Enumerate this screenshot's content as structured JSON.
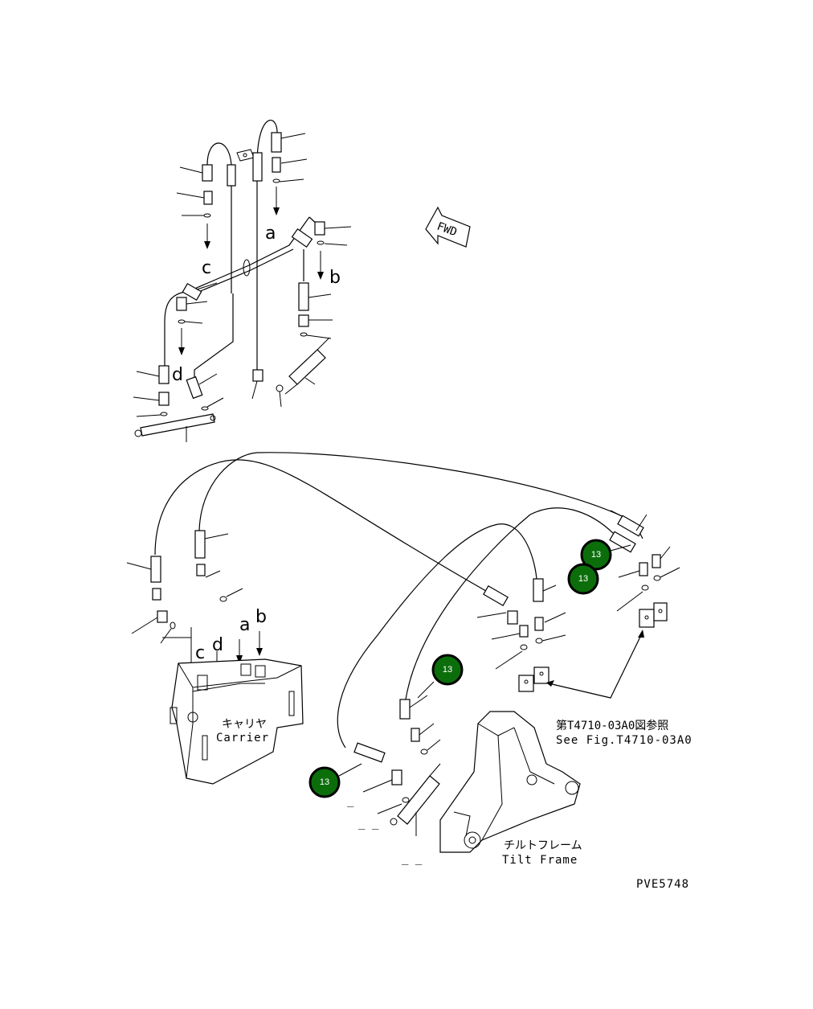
{
  "diagram": {
    "drawing_number": "PVE5748",
    "fwd_label": "FWD",
    "connection_letters": [
      "a",
      "b",
      "c",
      "d"
    ],
    "carrier": {
      "jp": "キャリヤ",
      "en": "Carrier"
    },
    "tilt_frame": {
      "jp": "チルトフレーム",
      "en": "Tilt Frame"
    },
    "reference": {
      "jp": "第T4710-03A0図参照",
      "en": "See Fig.T4710-03A0"
    },
    "badge_color": "#0b6e0b",
    "callouts": [
      {
        "number": "13"
      },
      {
        "number": "13"
      },
      {
        "number": "13"
      },
      {
        "number": "13"
      }
    ]
  }
}
